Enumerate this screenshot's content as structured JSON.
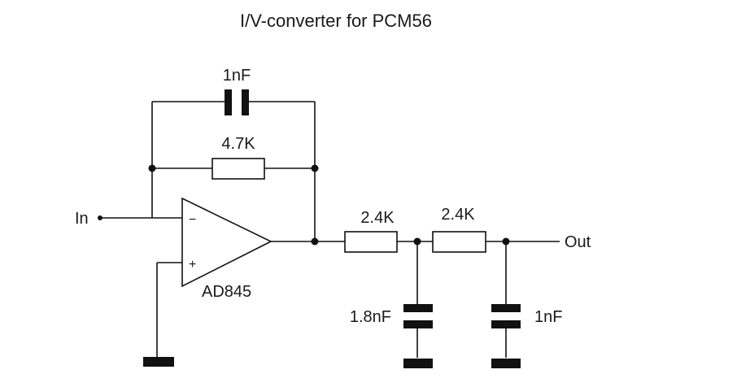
{
  "title": "I/V-converter for PCM56",
  "components": {
    "feedback_cap": "1nF",
    "feedback_res": "4.7K",
    "opamp": "AD845",
    "series_res_1": "2.4K",
    "series_res_2": "2.4K",
    "shunt_cap_1": "1.8nF",
    "shunt_cap_2": "1nF"
  },
  "pins": {
    "inverting": "−",
    "non_inverting": "+"
  },
  "terminals": {
    "input": "In",
    "output": "Out"
  },
  "colors": {
    "line": "#111111",
    "background": "#ffffff"
  }
}
